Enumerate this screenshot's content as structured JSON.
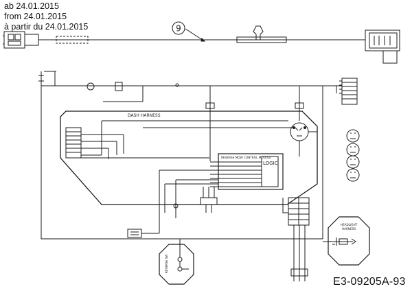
{
  "header": {
    "lines": [
      "ab 24.01.2015",
      "from 24.01.2015",
      "à partir du 24.01.2015"
    ]
  },
  "callout": {
    "number": "9"
  },
  "dash_harness": {
    "label": "DASH HARNESS"
  },
  "reverse_module": {
    "title": "REVERSE MOW CONTROL MODULE",
    "logic_label": "LOGIC"
  },
  "headlight_harness": {
    "label_line1": "HEADLIGHT",
    "label_line2": "HARNESS"
  },
  "reverse_switch": {
    "label": "REVERSE SW"
  },
  "part_number": "E3-09205A-93",
  "colors": {
    "line": "#1a1a1a",
    "background": "#ffffff"
  }
}
